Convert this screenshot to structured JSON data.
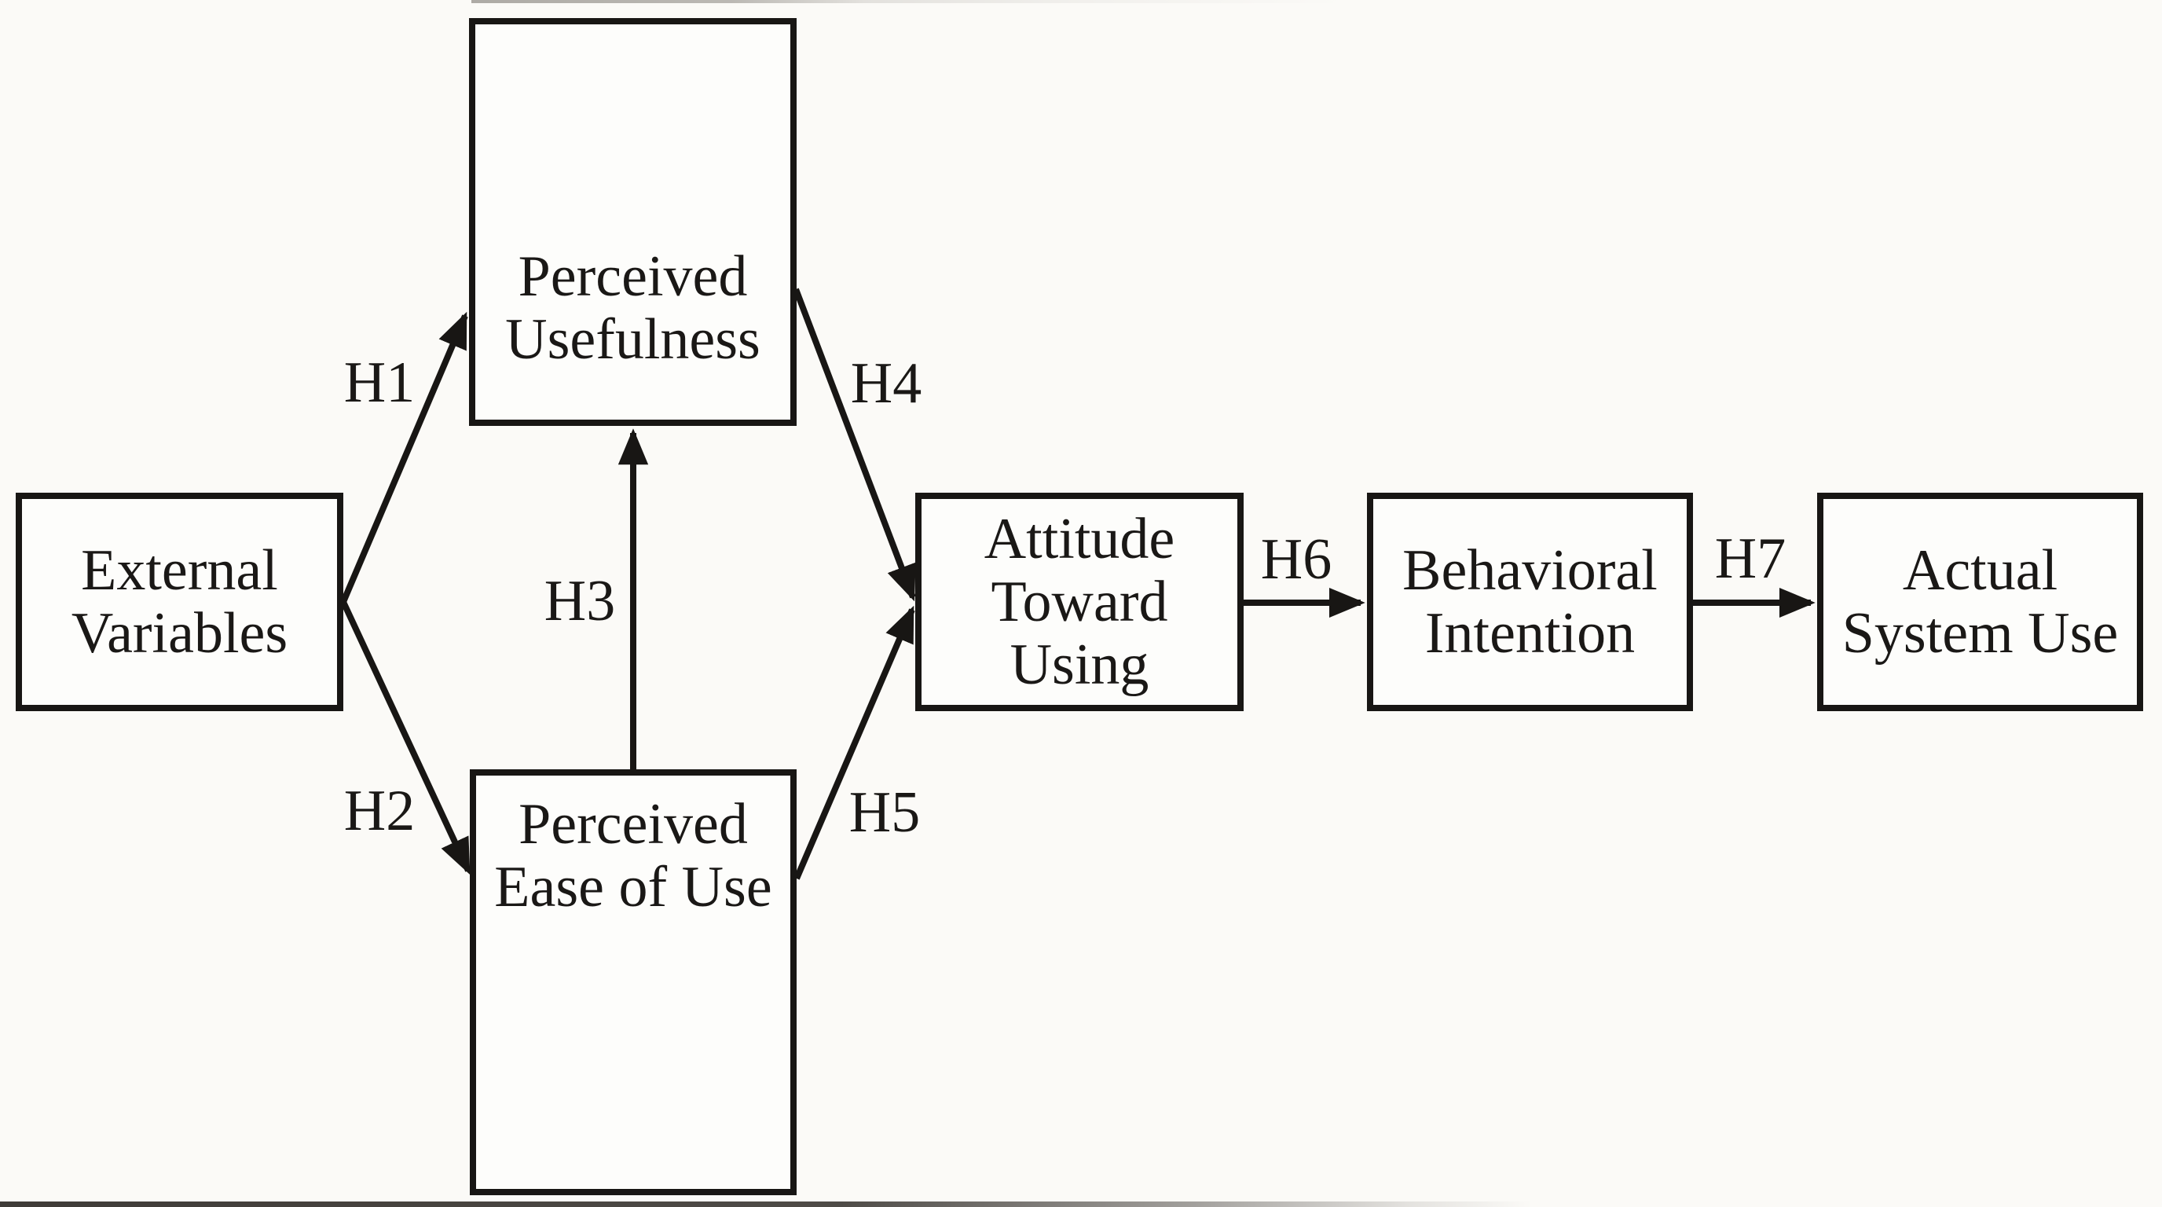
{
  "diagram": {
    "type": "path-model",
    "nodes": {
      "external_variables": {
        "lines": [
          "External",
          "Variables"
        ]
      },
      "perceived_usefulness": {
        "lines": [
          "Perceived",
          "Usefulness"
        ]
      },
      "perceived_ease_of_use": {
        "lines": [
          "Perceived",
          "Ease of Use"
        ]
      },
      "attitude_toward_using": {
        "lines": [
          "Attitude",
          "Toward",
          "Using"
        ]
      },
      "behavioral_intention": {
        "lines": [
          "Behavioral",
          "Intention"
        ]
      },
      "actual_system_use": {
        "lines": [
          "Actual",
          "System Use"
        ]
      }
    },
    "edges": {
      "h1": {
        "label": "H1",
        "from": "external_variables",
        "to": "perceived_usefulness"
      },
      "h2": {
        "label": "H2",
        "from": "external_variables",
        "to": "perceived_ease_of_use"
      },
      "h3": {
        "label": "H3",
        "from": "perceived_ease_of_use",
        "to": "perceived_usefulness"
      },
      "h4": {
        "label": "H4",
        "from": "perceived_usefulness",
        "to": "attitude_toward_using"
      },
      "h5": {
        "label": "H5",
        "from": "perceived_ease_of_use",
        "to": "attitude_toward_using"
      },
      "h6": {
        "label": "H6",
        "from": "attitude_toward_using",
        "to": "behavioral_intention"
      },
      "h7": {
        "label": "H7",
        "from": "behavioral_intention",
        "to": "actual_system_use"
      }
    },
    "colors": {
      "ink": "#181614",
      "background": "#fbfaf7",
      "box_fill": "#fdfdfb"
    }
  }
}
